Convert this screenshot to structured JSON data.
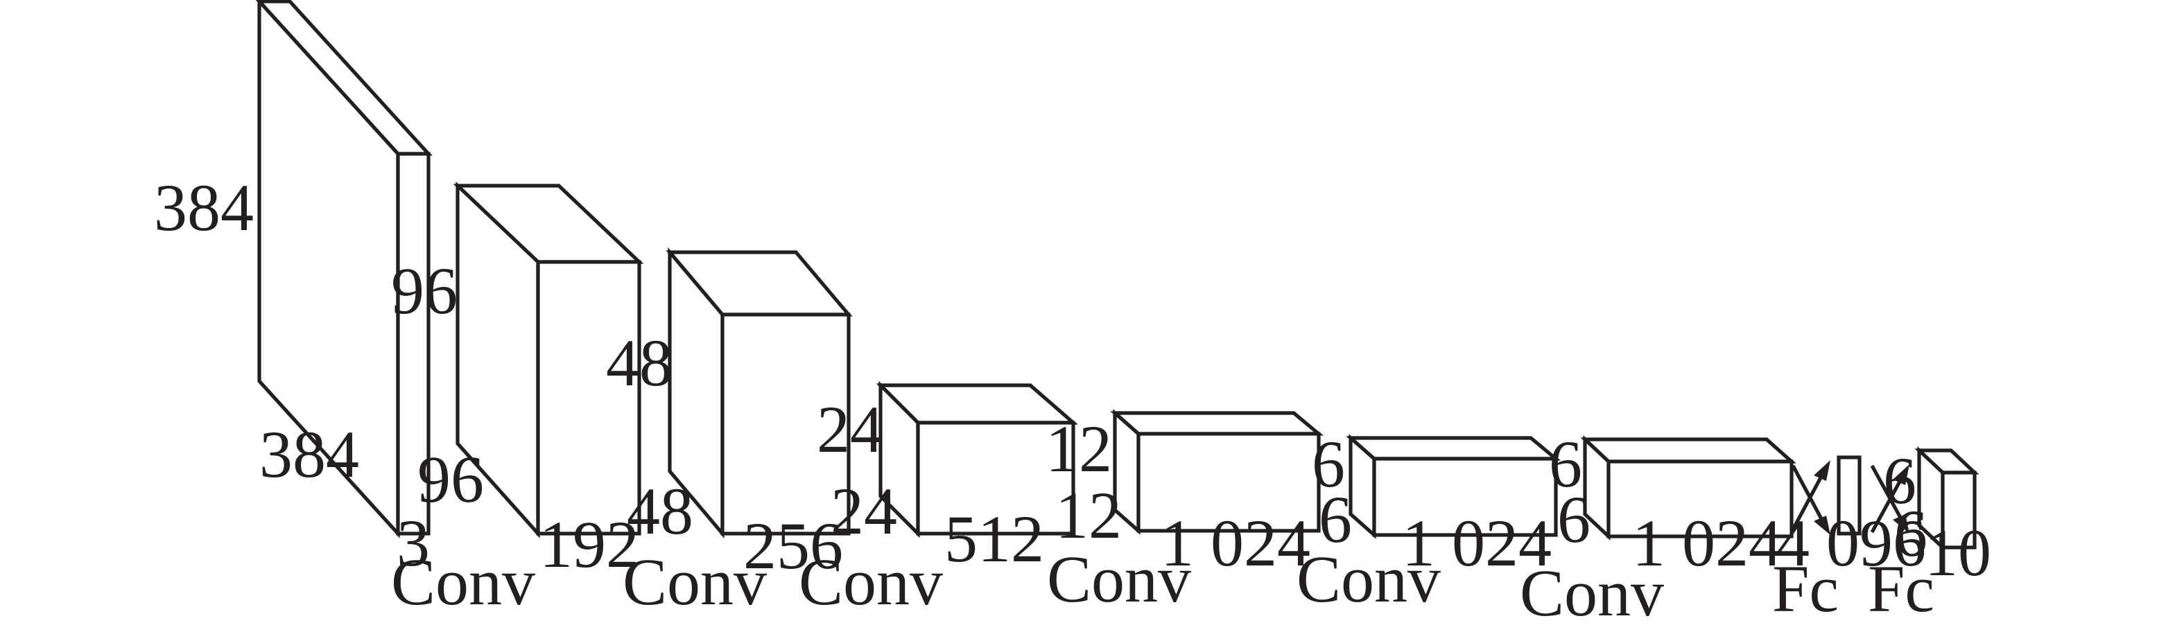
{
  "blocks": [
    {
      "height": "384",
      "width": "384",
      "depth": "3"
    },
    {
      "height": "96",
      "width": "96",
      "depth": "192"
    },
    {
      "height": "48",
      "width": "48",
      "depth": "256"
    },
    {
      "height": "24",
      "width": "24",
      "depth": "512"
    },
    {
      "height": "12",
      "width": "12",
      "depth": "1 024"
    },
    {
      "height": "6",
      "width": "6",
      "depth": "1 024"
    },
    {
      "height": "6",
      "width": "6",
      "depth": "1 024"
    },
    {
      "depth": "4 096"
    },
    {
      "height": "6",
      "width": "6",
      "depth": "10"
    }
  ],
  "layers": [
    "Conv",
    "Conv",
    "Conv",
    "Conv",
    "Conv",
    "Conv",
    "Fc",
    "Fc"
  ]
}
